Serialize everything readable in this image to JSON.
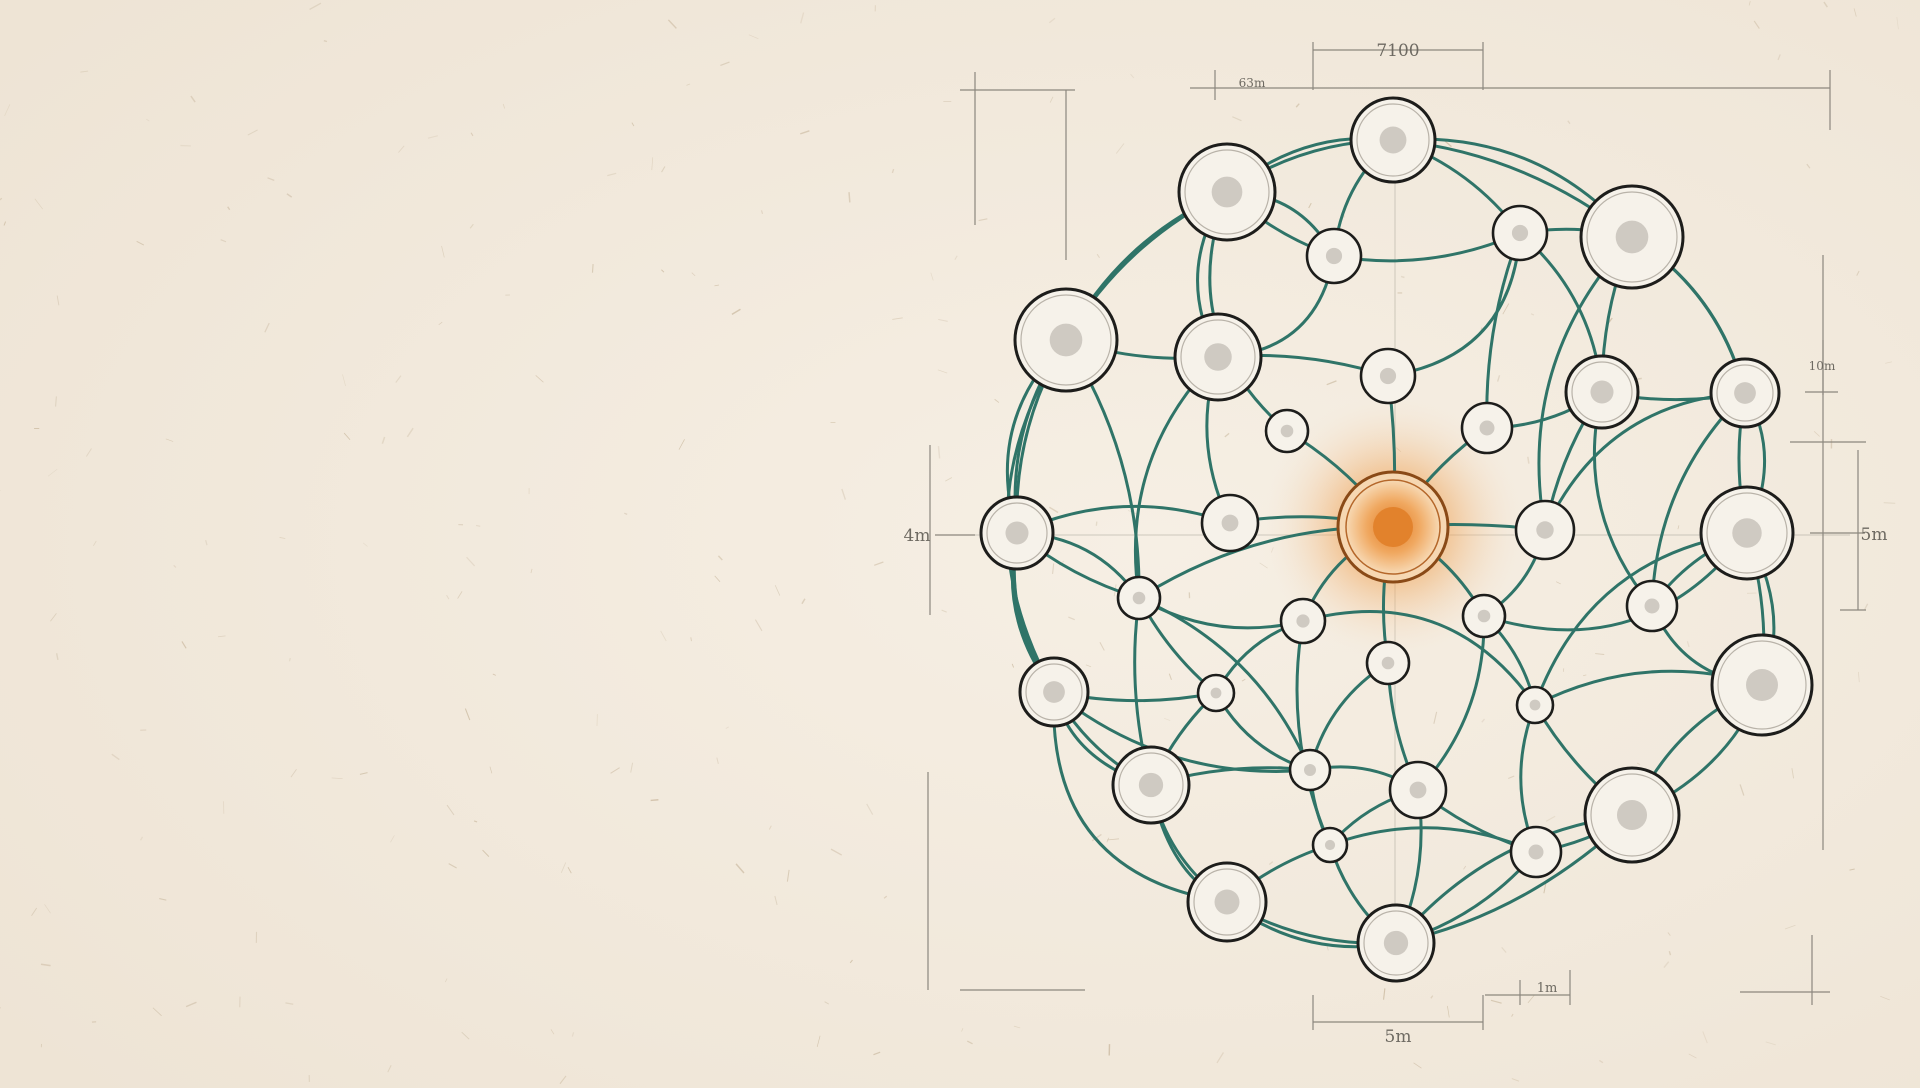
{
  "colors": {
    "paper": "#f3ebdf",
    "edge": "#2f7468",
    "node_stroke": "#1d1d1b",
    "node_fill": "#f6f2ea",
    "node_dot": "#cfcac2",
    "hub": "#e2822c",
    "dimension_lines": "#8c877e"
  },
  "dimension_labels": {
    "top_main": "7100",
    "top_small": "63m",
    "left": "4m",
    "right_top": "10m",
    "right": "5m",
    "bottom_main": "5m",
    "bottom_small": "1m"
  },
  "network": {
    "nodes": [
      {
        "id": "hub",
        "type": "hub"
      },
      {
        "id": "n-top",
        "type": "large"
      },
      {
        "id": "n-top-left",
        "type": "large"
      },
      {
        "id": "n-top-right",
        "type": "large"
      },
      {
        "id": "n-left-upper",
        "type": "large"
      },
      {
        "id": "n-inner-upper-left",
        "type": "large"
      },
      {
        "id": "n-left",
        "type": "medium"
      },
      {
        "id": "n-right",
        "type": "large"
      },
      {
        "id": "n-right-upper",
        "type": "medium"
      },
      {
        "id": "n-right-lower",
        "type": "large"
      },
      {
        "id": "n-left-lower",
        "type": "medium"
      },
      {
        "id": "n-bottom-left",
        "type": "medium"
      },
      {
        "id": "n-bottom-left2",
        "type": "medium"
      },
      {
        "id": "n-bottom",
        "type": "medium"
      },
      {
        "id": "n-bottom-right",
        "type": "large"
      },
      {
        "id": "n-inner-right-upper",
        "type": "medium"
      },
      {
        "id": "s1",
        "type": "small"
      },
      {
        "id": "s2",
        "type": "small"
      },
      {
        "id": "s3",
        "type": "small"
      },
      {
        "id": "s4",
        "type": "small"
      },
      {
        "id": "s5",
        "type": "small"
      },
      {
        "id": "s6",
        "type": "small"
      },
      {
        "id": "s7",
        "type": "small"
      },
      {
        "id": "s8",
        "type": "small"
      },
      {
        "id": "s9",
        "type": "small"
      },
      {
        "id": "s10",
        "type": "small"
      },
      {
        "id": "s11",
        "type": "small"
      },
      {
        "id": "s12",
        "type": "small"
      },
      {
        "id": "s13",
        "type": "small"
      },
      {
        "id": "s14",
        "type": "small"
      },
      {
        "id": "s15",
        "type": "small"
      },
      {
        "id": "s16",
        "type": "small"
      },
      {
        "id": "s17",
        "type": "small"
      },
      {
        "id": "s18",
        "type": "small"
      }
    ]
  }
}
